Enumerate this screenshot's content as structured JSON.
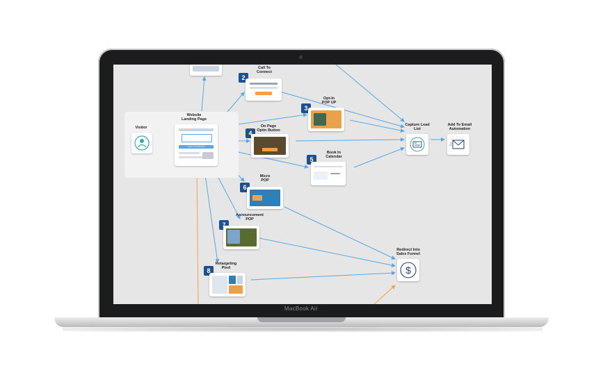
{
  "device": {
    "brand": "MacBook Air"
  },
  "nodes": {
    "visitor": {
      "label": "Visitor"
    },
    "landing": {
      "label_line1": "Website",
      "label_line2": "Landing Page",
      "cta": "CALL TO ACTION"
    },
    "click_to_connect": {
      "label_line1": "Call To",
      "label_line2": "Connect",
      "number": "2"
    },
    "optin_popup": {
      "label_line1": "Opt-In",
      "label_line2": "POP UP",
      "number": "3"
    },
    "onpage_optin": {
      "label_line1": "On Page",
      "label_line2": "Optin Button",
      "number": "4"
    },
    "book_calendar": {
      "label_line1": "Book In",
      "label_line2": "Calendar",
      "number": "5"
    },
    "micro_pop": {
      "label_line1": "Micro",
      "label_line2": "POP",
      "number": "6"
    },
    "announcement_pop": {
      "label_line1": "Announcement",
      "label_line2": "POP",
      "number": "7"
    },
    "retargeting_pixel": {
      "label_line1": "Retargeting",
      "label_line2": "Pixel",
      "number": "8"
    },
    "capture_lead": {
      "label_line1": "Capture Lead",
      "label_line2": "List"
    },
    "email_automation": {
      "label_line1": "Add To Email",
      "label_line2": "Automation"
    },
    "sales_funnel": {
      "label_line1": "Redirect Into",
      "label_line2": "Sales Funnel"
    }
  },
  "colors": {
    "arrow": "#5aa7e0",
    "accent_orange": "#f4a04a",
    "badge": "#1d4f91",
    "icon_teal": "#3aa7a3",
    "icon_navy": "#2b3f73"
  }
}
